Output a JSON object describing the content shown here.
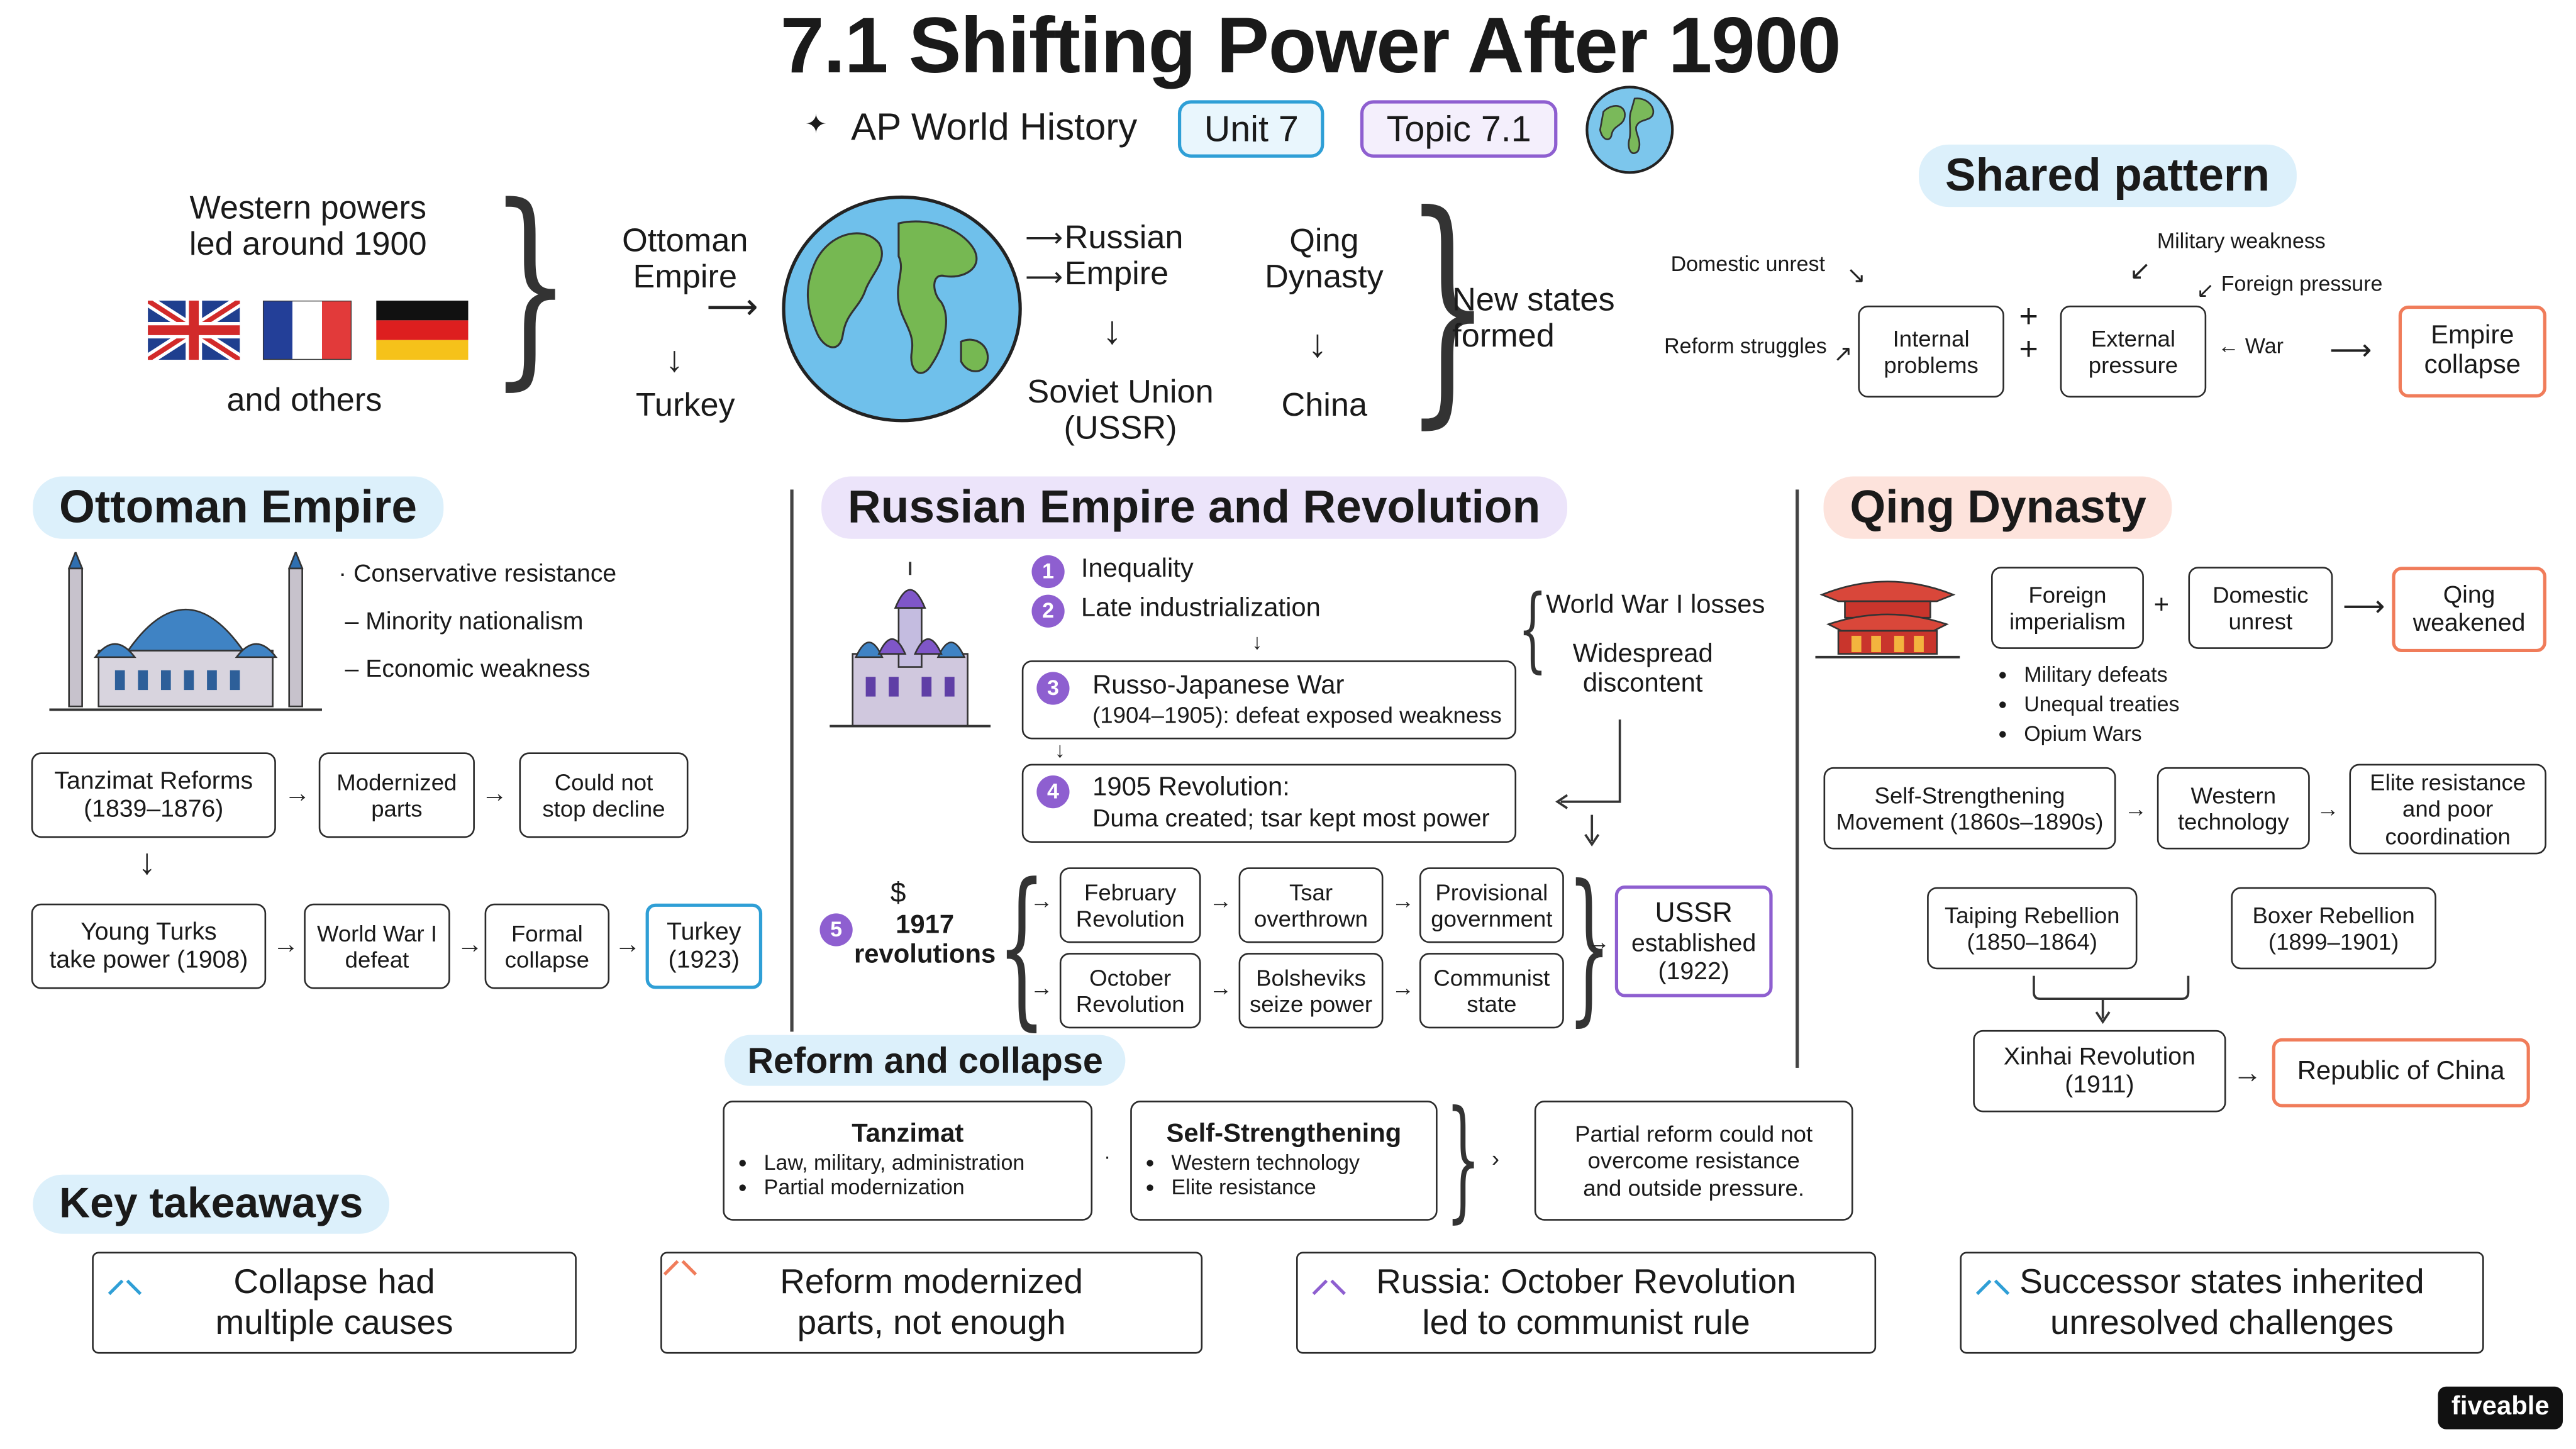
{
  "header": {
    "title": "7.1 Shifting Power After 1900",
    "course": "AP World History",
    "unit": "Unit 7",
    "topic": "Topic 7.1"
  },
  "overview": {
    "western_lines": [
      "Western powers",
      "led around 1900"
    ],
    "and_others": "and others",
    "ottoman": [
      "Ottoman",
      "Empire"
    ],
    "turkey": "Turkey",
    "russian": [
      "Russian",
      "Empire"
    ],
    "soviet": [
      "Soviet Union",
      "(USSR)"
    ],
    "qing": [
      "Qing",
      "Dynasty"
    ],
    "china": "China",
    "new_states": [
      "New states",
      "formed"
    ]
  },
  "shared_pattern": {
    "title": "Shared pattern",
    "domestic_unrest": "Domestic unrest",
    "reform_struggles": "Reform struggles",
    "internal": [
      "Internal",
      "problems"
    ],
    "military_weakness": "Military weakness",
    "foreign_pressure": "Foreign pressure",
    "external": [
      "External",
      "pressure"
    ],
    "war": "War",
    "collapse": [
      "Empire",
      "collapse"
    ]
  },
  "ottoman": {
    "title": "Ottoman Empire",
    "factors": [
      "Conservative resistance",
      "Minority nationalism",
      "Economic weakness"
    ],
    "tanzimat": [
      "Tanzimat Reforms",
      "(1839–1876)"
    ],
    "modernized": [
      "Modernized",
      "parts"
    ],
    "could_not": [
      "Could not",
      "stop decline"
    ],
    "young_turks": [
      "Young Turks",
      "take power (1908)"
    ],
    "wwi_defeat": [
      "World War I",
      "defeat"
    ],
    "formal_collapse": [
      "Formal",
      "collapse"
    ],
    "turkey": [
      "Turkey",
      "(1923)"
    ]
  },
  "russia": {
    "title": "Russian Empire and Revolution",
    "items": [
      {
        "num": "1",
        "text": "Inequality"
      },
      {
        "num": "2",
        "text": "Late industrialization"
      },
      {
        "num": "3",
        "title": "Russo-Japanese War",
        "detail": "(1904–1905): defeat exposed weakness"
      },
      {
        "num": "4",
        "title": "1905 Revolution:",
        "detail": "Duma created; tsar kept most power"
      },
      {
        "num": "5",
        "title": "1917",
        "detail": "revolutions"
      }
    ],
    "wwi_losses": "World War I losses",
    "discontent": [
      "Widespread",
      "discontent"
    ],
    "feb": [
      "February",
      "Revolution"
    ],
    "tsar": [
      "Tsar",
      "overthrown"
    ],
    "provisional": [
      "Provisional",
      "government"
    ],
    "oct": [
      "October",
      "Revolution"
    ],
    "bolsheviks": [
      "Bolsheviks",
      "seize power"
    ],
    "communist": [
      "Communist",
      "state"
    ],
    "ussr": [
      "USSR",
      "established",
      "(1922)"
    ]
  },
  "qing": {
    "title": "Qing Dynasty",
    "foreign_imp": [
      "Foreign",
      "imperialism"
    ],
    "domestic_unrest": [
      "Domestic",
      "unrest"
    ],
    "weakened": [
      "Qing",
      "weakened"
    ],
    "bullets": [
      "Military defeats",
      "Unequal treaties",
      "Opium Wars"
    ],
    "self_strength": [
      "Self-Strengthening",
      "Movement (1860s–1890s)"
    ],
    "western_tech": [
      "Western",
      "technology"
    ],
    "elite": [
      "Elite resistance",
      "and poor",
      "coordination"
    ],
    "taiping": [
      "Taiping Rebellion",
      "(1850–1864)"
    ],
    "boxer": [
      "Boxer Rebellion",
      "(1899–1901)"
    ],
    "xinhai": [
      "Xinhai Revolution",
      "(1911)"
    ],
    "republic": "Republic of China"
  },
  "reform": {
    "title": "Reform and collapse",
    "tanzimat_title": "Tanzimat",
    "tanzimat_bullets": [
      "Law, military, administration",
      "Partial modernization"
    ],
    "ss_title": "Self-Strengthening",
    "ss_bullets": [
      "Western technology",
      "Elite resistance"
    ],
    "result": [
      "Partial reform could not",
      "overcome resistance",
      "and outside pressure."
    ]
  },
  "takeaways": {
    "title": "Key takeaways",
    "items": [
      [
        "Collapse had",
        "multiple causes"
      ],
      [
        "Reform modernized",
        "parts, not enough"
      ],
      [
        "Russia: October Revolution",
        "led to communist rule"
      ],
      [
        "Successor states inherited",
        "unresolved challenges"
      ]
    ]
  },
  "brand": "fiveable",
  "colors": {
    "blue": "#2f9fd6",
    "purple": "#8e5fd0",
    "orange": "#f07c5a",
    "blue_bg": "#dcf0fb",
    "purple_bg": "#ece4fa",
    "orange_bg": "#fde3dc"
  }
}
